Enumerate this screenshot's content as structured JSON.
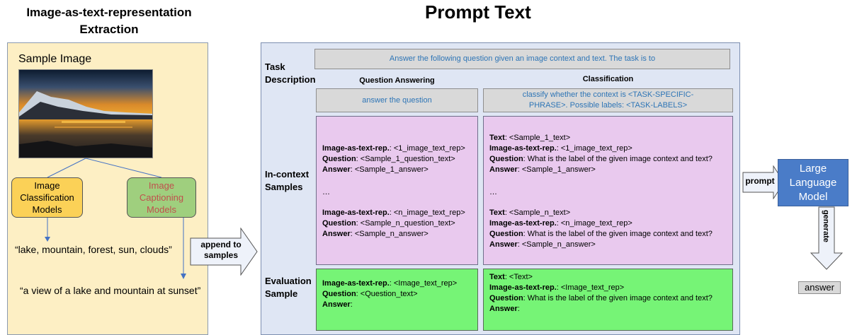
{
  "left": {
    "title": "Image-as-text-representation Extraction",
    "sample_image_label": "Sample Image",
    "classification_model": "Image Classification Models",
    "captioning_model": "Image Captioning Models",
    "classification_output": "“lake, mountain, forest, sun, clouds”",
    "caption_output": "“a view of a lake and mountain at sunset”",
    "append_label": "append to samples"
  },
  "prompt": {
    "title": "Prompt Text",
    "task_description_label": "Task Description",
    "task_text": "Answer the following question given an image context and text. The task is to",
    "qa_header": "Question Answering",
    "cls_header": "Classification",
    "qa_task": "answer the question",
    "cls_task": "classify whether the context is <TASK-SPECIFIC-PHRASE>. Possible labels: <TASK-LABELS>",
    "incontext_label": "In-context Samples",
    "eval_label": "Evaluation Sample",
    "qa_incontext": [
      {
        "key": "Image-as-text-rep.",
        "sep": ": ",
        "value": "<1_image_text_rep>"
      },
      {
        "key": "Question",
        "sep": ": ",
        "value": "<Sample_1_question_text>"
      },
      {
        "key": "Answer",
        "sep": ": ",
        "value": "<Sample_1_answer>"
      },
      {
        "key": "",
        "sep": "",
        "value": "…"
      },
      {
        "key": "Image-as-text-rep.",
        "sep": ": ",
        "value": "<n_image_text_rep>"
      },
      {
        "key": "Question",
        "sep": ": ",
        "value": "<Sample_n_question_text>"
      },
      {
        "key": "Answer",
        "sep": ": ",
        "value": "<Sample_n_answer>"
      }
    ],
    "cls_incontext": [
      {
        "key": "Text",
        "sep": ": ",
        "value": "<Sample_1_text>"
      },
      {
        "key": "Image-as-text-rep.",
        "sep": ": ",
        "value": "<1_image_text_rep>"
      },
      {
        "key": "Question",
        "sep": ": ",
        "value": "What is the label of the given image context and text?"
      },
      {
        "key": "Answer",
        "sep": ": ",
        "value": "<Sample_1_answer>"
      },
      {
        "key": "",
        "sep": "",
        "value": "…"
      },
      {
        "key": "Text",
        "sep": ": ",
        "value": "<Sample_n_text>"
      },
      {
        "key": "Image-as-text-rep.",
        "sep": ": ",
        "value": "<n_image_text_rep>"
      },
      {
        "key": "Question",
        "sep": ": ",
        "value": "What is the label of the given image context and text?"
      },
      {
        "key": "Answer",
        "sep": ": ",
        "value": "<Sample_n_answer>"
      }
    ],
    "qa_eval": [
      {
        "key": "Image-as-text-rep.",
        "sep": ": ",
        "value": "<Image_text_rep>"
      },
      {
        "key": "Question",
        "sep": ": ",
        "value": "<Question_text>"
      },
      {
        "key": "Answer",
        "sep": ":",
        "value": ""
      }
    ],
    "cls_eval": [
      {
        "key": "Text",
        "sep": ": ",
        "value": "<Text>"
      },
      {
        "key": "Image-as-text-rep.",
        "sep": ": ",
        "value": "<Image_text_rep>"
      },
      {
        "key": "Question",
        "sep": ": ",
        "value": "What is the label of the given image context and text?"
      },
      {
        "key": "Answer",
        "sep": ":",
        "value": ""
      }
    ]
  },
  "llm": {
    "label": "Large Language Model",
    "prompt_label": "prompt",
    "generate_label": "generate",
    "answer_label": "answer"
  },
  "colors": {
    "left_panel": "#fdefc4",
    "prompt_panel": "#dfe6f4",
    "incontext": "#e9c9ee",
    "evaluation": "#76f476",
    "llm": "#4a7cc8",
    "task_text": "#2e75b6"
  }
}
